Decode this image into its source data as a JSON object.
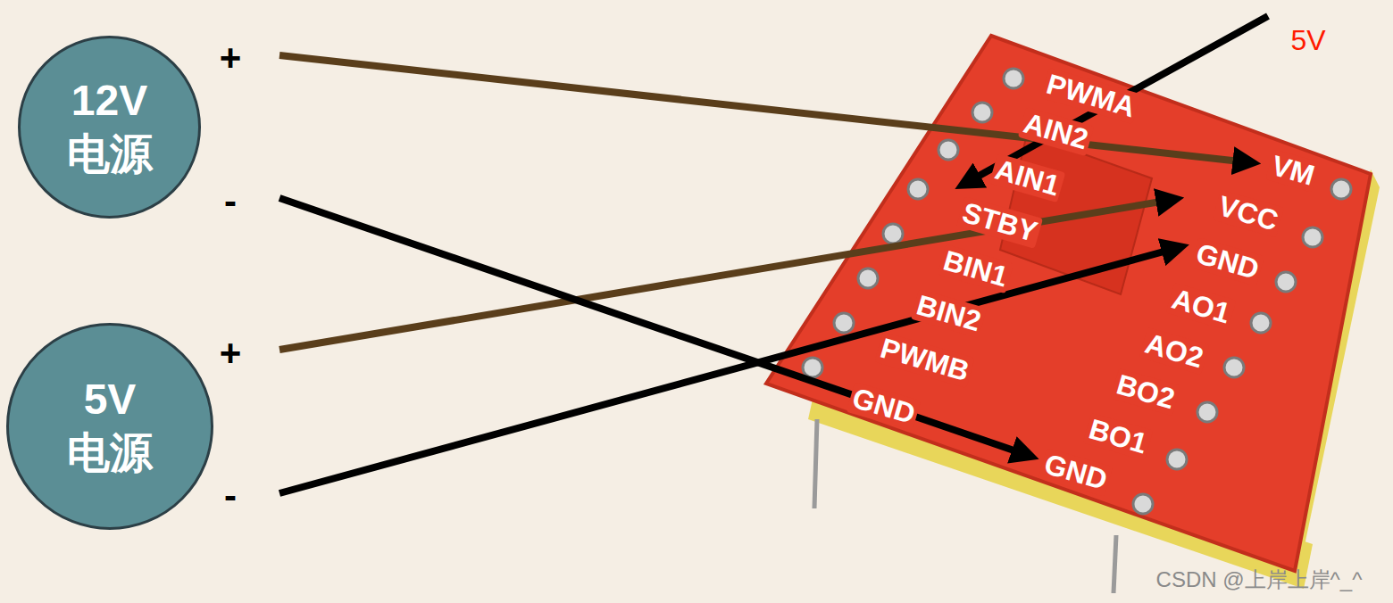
{
  "diagram": {
    "nodes": [
      {
        "text": [
          "12V 电源"
        ]
      },
      {
        "text": [
          "5V 电源"
        ]
      }
    ],
    "labels": [
      "+",
      "-",
      "+",
      "-",
      "5V",
      "PWMA",
      "AIN2",
      "AIN1",
      "STBY",
      "BIN1",
      "BIN2",
      "PWMB",
      "GND",
      "VM",
      "VCC",
      "GND",
      "AO1",
      "AO2",
      "BO2",
      "BO1",
      "GND",
      "CSDN @上岸上岸^_^"
    ]
  }
}
